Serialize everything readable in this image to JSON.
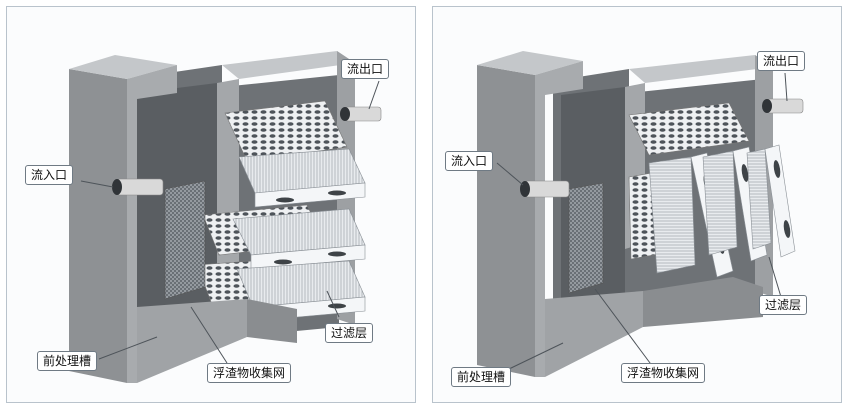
{
  "colors": {
    "concrete_front": "#8e9194",
    "concrete_side": "#a8abae",
    "concrete_top": "#c4c7ca",
    "concrete_dark": "#5f6367",
    "filter_fiber": "#e3e6ea",
    "frame_white": "#f4f6f8",
    "pipe": "#d9d9d9",
    "mesh": "#6d7378",
    "callout_border": "#6f7a84"
  },
  "panels": [
    {
      "id": "left",
      "state": "horizontal-filters",
      "labels": {
        "outlet": "流出口",
        "inlet": "流入口",
        "filter_layer": "过滤层",
        "pretreatment_tank": "前处理槽",
        "scum_collection_net": "浮渣物收集网"
      }
    },
    {
      "id": "right",
      "state": "tilted-filters",
      "labels": {
        "outlet": "流出口",
        "inlet": "流入口",
        "filter_layer": "过滤层",
        "pretreatment_tank": "前处理槽",
        "scum_collection_net": "浮渣物收集网"
      }
    }
  ]
}
